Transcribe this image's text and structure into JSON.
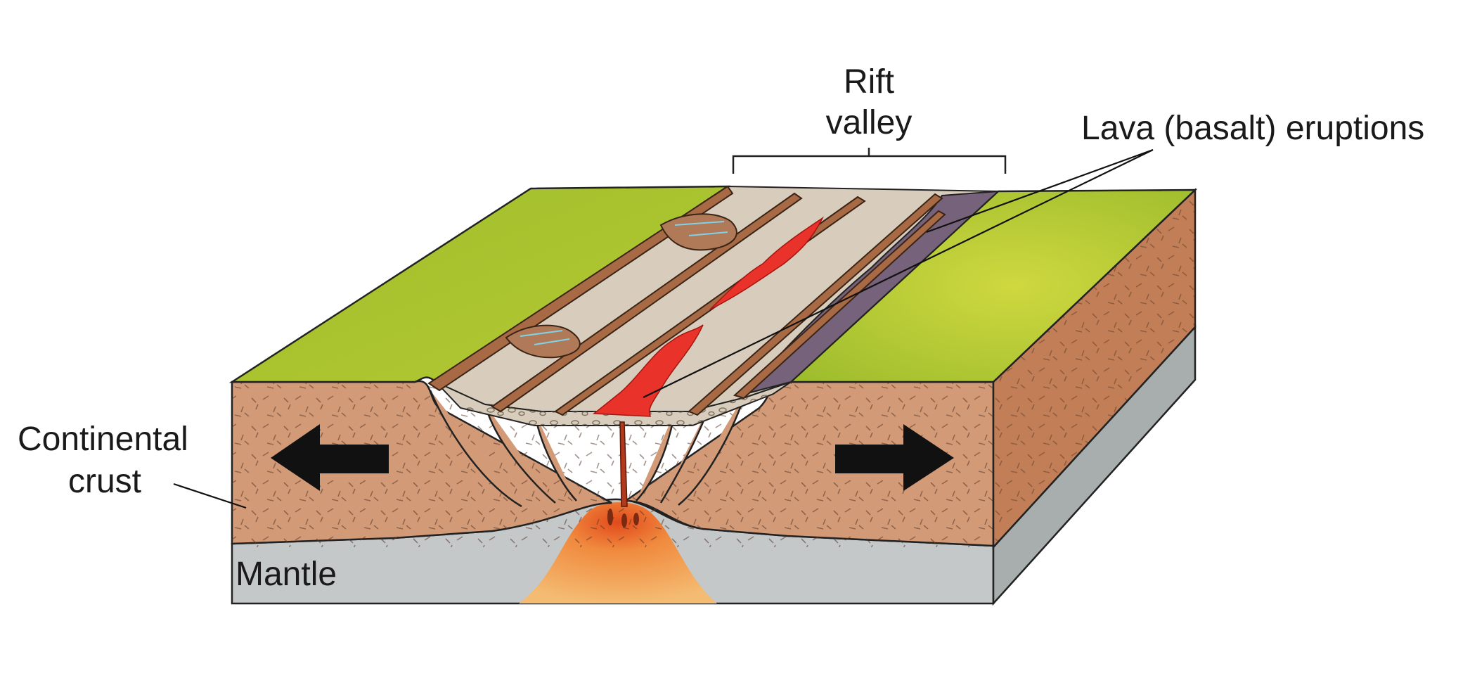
{
  "labels": {
    "rift_valley_line1": "Rift",
    "rift_valley_line2": "valley",
    "lava": "Lava (basalt) eruptions",
    "crust_line1": "Continental",
    "crust_line2": "crust",
    "mantle": "Mantle"
  },
  "colors": {
    "grass": "#9cbe2e",
    "grass_light": "#c6d33a",
    "crust": "#d39a78",
    "crust_side": "#c27f57",
    "mantle": "#c4c8c9",
    "mantle_side": "#a8adae",
    "magma": "#f2b066",
    "lava": "#e8322a",
    "basalt": "#76627a",
    "sediment": "#d8cdbc",
    "arrow": "#111111"
  },
  "icons": [
    "arrow-left-icon",
    "arrow-right-icon"
  ]
}
